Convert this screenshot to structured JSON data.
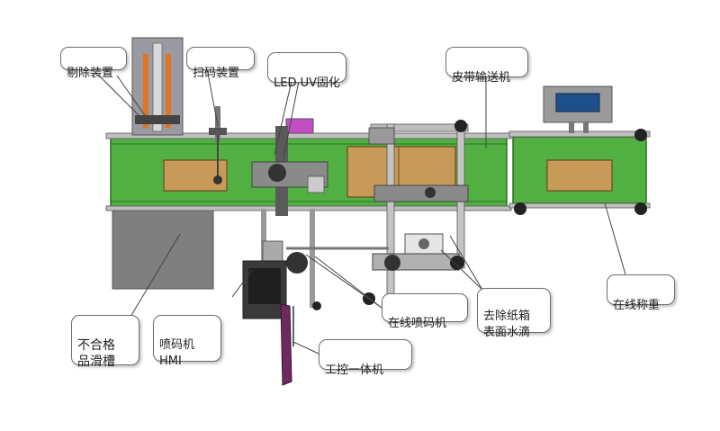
{
  "labels": {
    "reject_device": "剔除装置",
    "scan_device": "扫码装置",
    "led_uv": "LED UV固化",
    "belt_conveyor": "皮带输送机",
    "reject_chute": "不合格\n品滑槽",
    "printer_hmi": "喷码机\nHMI",
    "industrial_pc": "工控一体机",
    "inline_printer": "在线喷码机",
    "water_removal": "去除纸箱\n表面水滴",
    "inline_weigher": "在线称重"
  },
  "colors": {
    "conveyor_green": "#52b043",
    "conveyor_dark": "#2f6e27",
    "carton_brown": "#c89a5a",
    "frame_gray": "#8c8c8c",
    "chute_gray": "#7f7f7f",
    "screen_purple": "#6d2a5e",
    "label_border": "#6e6e6e"
  }
}
